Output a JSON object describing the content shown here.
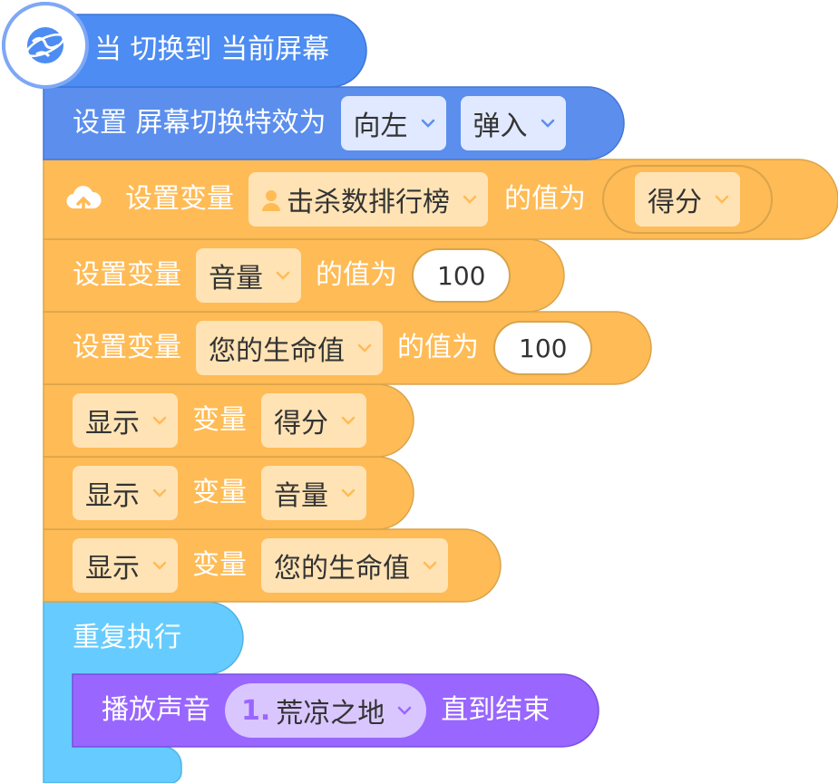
{
  "colors": {
    "event_blue": "#4d8cf2",
    "looks_blue": "#5b8eed",
    "variable_orange": "#ffbb55",
    "control_cyan": "#66ccff",
    "sound_purple": "#9966ff",
    "dropdown_orange": "#ffe3b5",
    "dropdown_blue": "#e0e9ff",
    "dropdown_purple": "#d9c6ff"
  },
  "blocks": {
    "hat": {
      "label": "当 切换到 当前屏幕",
      "icon": "globe-icon"
    },
    "transition": {
      "label": "设置 屏幕切换特效为",
      "direction": "向左",
      "effect": "弹入"
    },
    "set_rank": {
      "label": "设置变量",
      "variable": "击杀数排行榜",
      "value_label": "的值为",
      "value": "得分",
      "icon": "cloud-upload-icon",
      "var_icon": "user-icon"
    },
    "set_volume": {
      "label": "设置变量",
      "variable": "音量",
      "value_label": "的值为",
      "value": "100"
    },
    "set_life": {
      "label": "设置变量",
      "variable": "您的生命值",
      "value_label": "的值为",
      "value": "100"
    },
    "show_score": {
      "action": "显示",
      "label": "变量",
      "variable": "得分"
    },
    "show_volume": {
      "action": "显示",
      "label": "变量",
      "variable": "音量"
    },
    "show_life": {
      "action": "显示",
      "label": "变量",
      "variable": "您的生命值"
    },
    "repeat": {
      "label": "重复执行"
    },
    "play_sound": {
      "label": "播放声音",
      "sound_number": "1.",
      "sound": "荒凉之地",
      "suffix": "直到结束"
    }
  }
}
